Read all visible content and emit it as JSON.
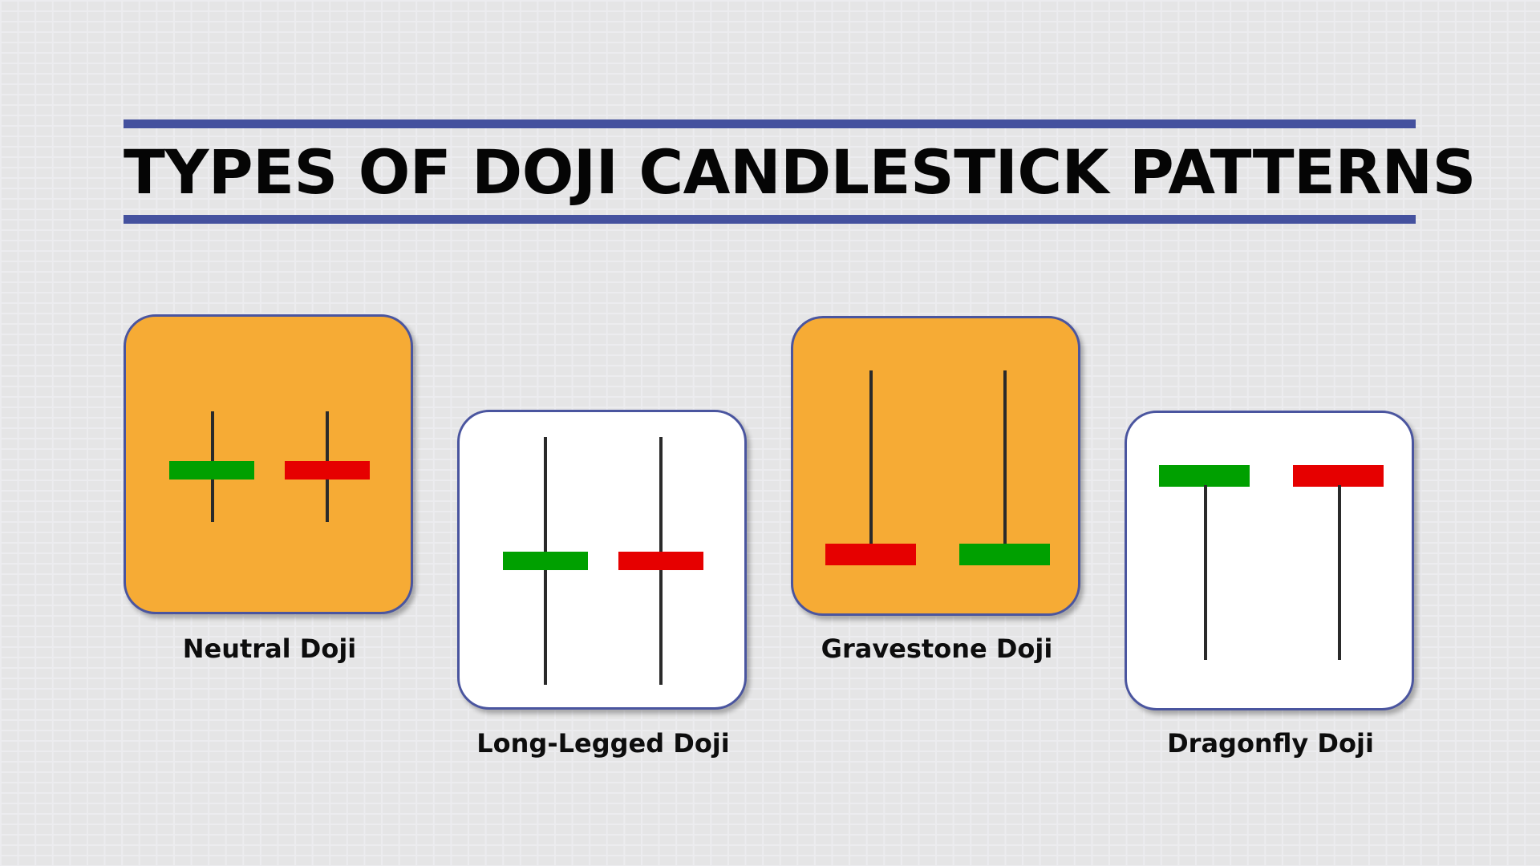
{
  "title": "TYPES OF DOJI CANDLESTICK PATTERNS",
  "colors": {
    "rule": "#44519e",
    "card_border": "#4a559f",
    "card_orange": "#f6ab35",
    "card_white": "#ffffff",
    "bullish": "#00a000",
    "bearish": "#e60000",
    "wick": "#2a2a2a"
  },
  "patterns": [
    {
      "name": "Neutral Doji",
      "card_color": "orange",
      "candles": [
        {
          "color": "green",
          "shape": "cross",
          "upper_wick": "short",
          "lower_wick": "short"
        },
        {
          "color": "red",
          "shape": "cross",
          "upper_wick": "short",
          "lower_wick": "short"
        }
      ]
    },
    {
      "name": "Long-Legged Doji",
      "card_color": "white",
      "candles": [
        {
          "color": "green",
          "shape": "cross",
          "upper_wick": "long",
          "lower_wick": "long"
        },
        {
          "color": "red",
          "shape": "cross",
          "upper_wick": "long",
          "lower_wick": "long"
        }
      ]
    },
    {
      "name": "Gravestone Doji",
      "card_color": "orange",
      "candles": [
        {
          "color": "red",
          "shape": "inverted-T",
          "upper_wick": "long",
          "lower_wick": "none"
        },
        {
          "color": "green",
          "shape": "inverted-T",
          "upper_wick": "long",
          "lower_wick": "none"
        }
      ]
    },
    {
      "name": "Dragonfly Doji",
      "card_color": "white",
      "candles": [
        {
          "color": "green",
          "shape": "T",
          "upper_wick": "none",
          "lower_wick": "long"
        },
        {
          "color": "red",
          "shape": "T",
          "upper_wick": "none",
          "lower_wick": "long"
        }
      ]
    }
  ]
}
